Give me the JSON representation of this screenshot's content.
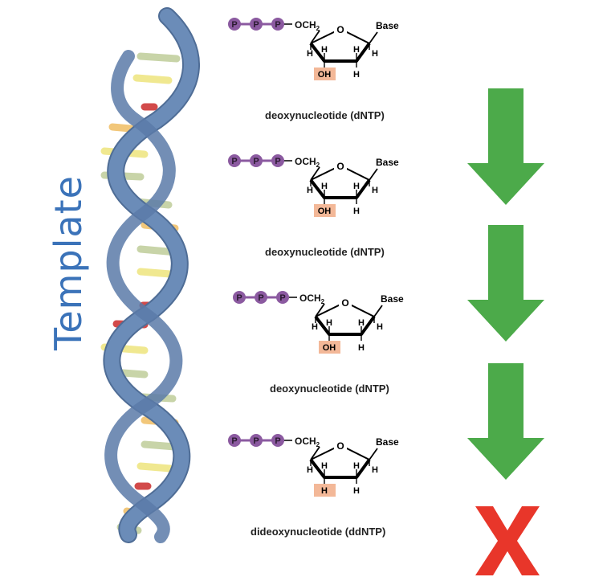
{
  "template_label": "Template",
  "molecules": [
    {
      "p1": "P",
      "p2": "P",
      "p3": "P",
      "och2": "OCH",
      "ring_o": "O",
      "base": "Base",
      "h_l": "H",
      "h_il": "H",
      "h_ir": "H",
      "h_r": "H",
      "group3": "OH",
      "h_b": "H",
      "caption": "deoxynucleotide (dNTP)"
    },
    {
      "p1": "P",
      "p2": "P",
      "p3": "P",
      "och2": "OCH",
      "ring_o": "O",
      "base": "Base",
      "h_l": "H",
      "h_il": "H",
      "h_ir": "H",
      "h_r": "H",
      "group3": "OH",
      "h_b": "H",
      "caption": "deoxynucleotide (dNTP)"
    },
    {
      "p1": "P",
      "p2": "P",
      "p3": "P",
      "och2": "OCH",
      "ring_o": "O",
      "base": "Base",
      "h_l": "H",
      "h_il": "H",
      "h_ir": "H",
      "h_r": "H",
      "group3": "OH",
      "h_b": "H",
      "caption": "deoxynucleotide (dNTP)"
    },
    {
      "p1": "P",
      "p2": "P",
      "p3": "P",
      "och2": "OCH",
      "ring_o": "O",
      "base": "Base",
      "h_l": "H",
      "h_il": "H",
      "h_ir": "H",
      "h_r": "H",
      "group3": "H",
      "h_b": "H",
      "caption": "dideoxynucleotide (ddNTP)"
    }
  ],
  "subscript_2": "2",
  "colors": {
    "template_text": "#3b73b9",
    "phosphate": "#8b5aa0",
    "oh_highlight": "#f3b898",
    "arrow": "#4caa4a",
    "stop_x": "#e8362a",
    "backbone": "#6b8cb8"
  },
  "icons": [
    "dna-double-helix",
    "down-arrow",
    "down-arrow",
    "down-arrow",
    "stop-x"
  ]
}
